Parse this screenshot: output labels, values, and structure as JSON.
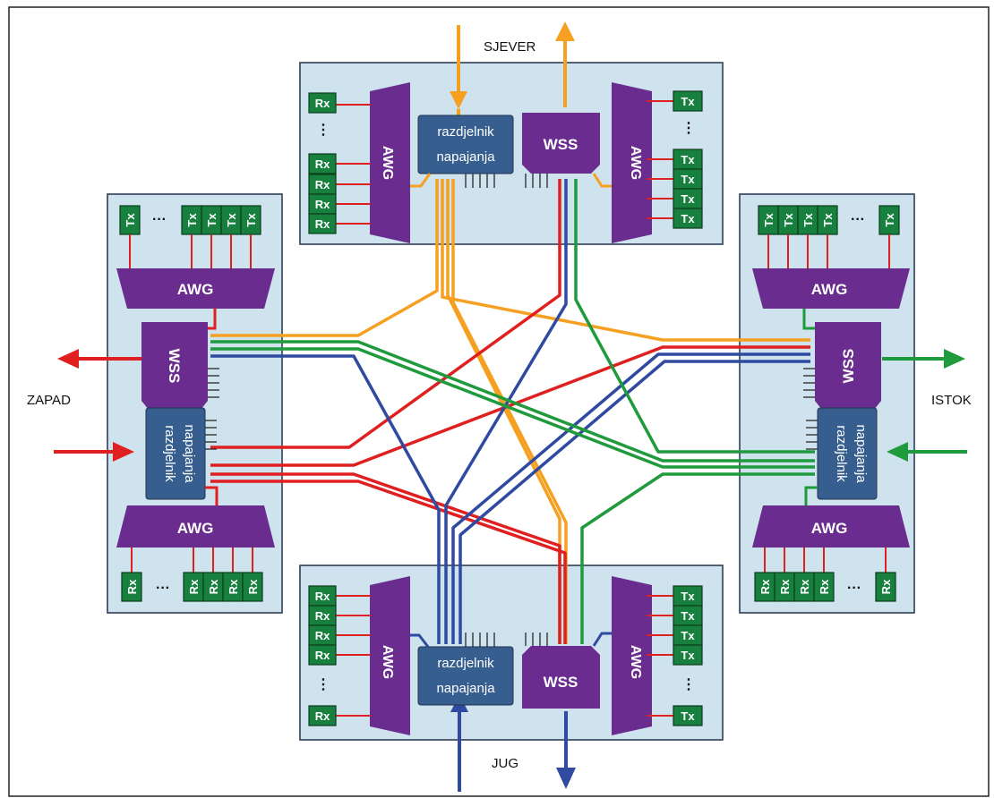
{
  "labels": {
    "north": "SJEVER",
    "south": "JUG",
    "west": "ZAPAD",
    "east": "ISTOK",
    "awg": "AWG",
    "wss": "WSS",
    "splitter_line1": "razdjelnik",
    "splitter_line2": "napajanja",
    "rx": "Rx",
    "tx": "Tx",
    "ellipsis": "···"
  },
  "colors": {
    "north": "#f5a021",
    "south": "#2f4aa0",
    "west": "#e02020",
    "east": "#1f9a3c",
    "node_fill": "#cfe3ef",
    "awg_wss": "#6a2c8e",
    "splitter": "#365f8f",
    "module": "#17803f"
  },
  "nodes": [
    "north",
    "west",
    "east",
    "south"
  ]
}
